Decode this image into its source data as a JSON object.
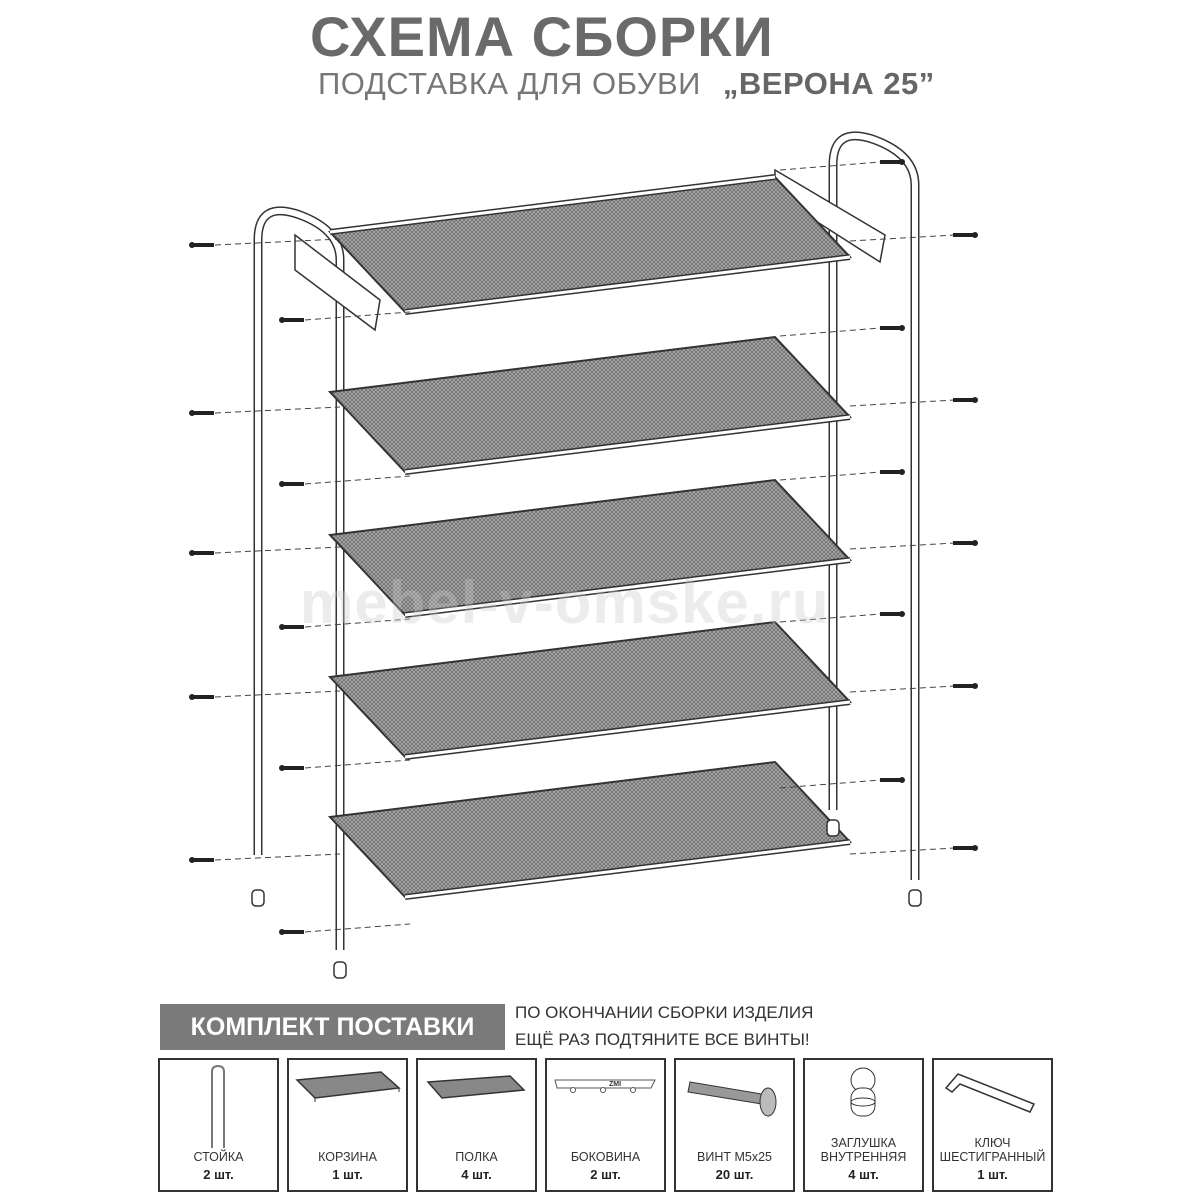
{
  "header": {
    "title": "СХЕМА СБОРКИ",
    "subtitle": "ПОДСТАВКА ДЛЯ ОБУВИ",
    "model": "„ВЕРОНА 25”"
  },
  "watermark": "mebel-v-omske.ru",
  "kit": {
    "banner": "КОМПЛЕКТ ПОСТАВКИ",
    "note_line1": "ПО ОКОНЧАНИИ СБОРКИ ИЗДЕЛИЯ",
    "note_line2": "ЕЩЁ РАЗ ПОДТЯНИТЕ ВСЕ ВИНТЫ!",
    "parts": [
      {
        "icon": "post-icon",
        "name": "СТОЙКА",
        "qty": "2 шт."
      },
      {
        "icon": "basket-icon",
        "name": "КОРЗИНА",
        "qty": "1 шт."
      },
      {
        "icon": "shelf-icon",
        "name": "ПОЛКА",
        "qty": "4 шт."
      },
      {
        "icon": "side-bracket-icon",
        "name": "БОКОВИНА",
        "qty": "2 шт."
      },
      {
        "icon": "screw-icon",
        "name": "ВИНТ М5х25",
        "qty": "20 шт."
      },
      {
        "icon": "plug-icon",
        "name": "ЗАГЛУШКА ВНУТРЕННЯЯ",
        "qty": "4 шт."
      },
      {
        "icon": "hex-key-icon",
        "name": "КЛЮЧ ШЕСТИГРАННЫЙ",
        "qty": "1 шт."
      }
    ],
    "bracket_label": "ZMI"
  }
}
